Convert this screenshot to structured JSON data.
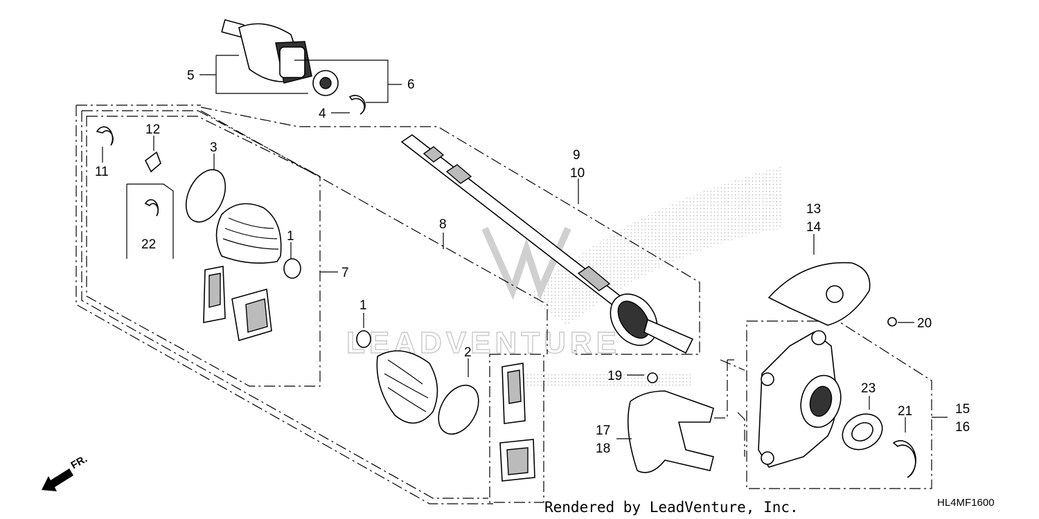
{
  "callouts": {
    "c1a": "1",
    "c1b": "1",
    "c2": "2",
    "c3": "3",
    "c4": "4",
    "c5": "5",
    "c6": "6",
    "c7": "7",
    "c8": "8",
    "c9": "9",
    "c10": "10",
    "c11": "11",
    "c12": "12",
    "c13": "13",
    "c14": "14",
    "c15": "15",
    "c16": "16",
    "c17": "17",
    "c18": "18",
    "c19": "19",
    "c20": "20",
    "c21": "21",
    "c22": "22",
    "c23": "23"
  },
  "direction_label": "FR.",
  "footer": {
    "rendered_by": "Rendered by LeadVenture, Inc.",
    "diagram_code": "HL4MF1600"
  },
  "watermark": {
    "brand": "LEADVENTURE"
  },
  "colors": {
    "line": "#000000",
    "background": "#ffffff",
    "watermark": "#c9c9c9"
  },
  "icons": [
    "front-arrow-icon"
  ]
}
